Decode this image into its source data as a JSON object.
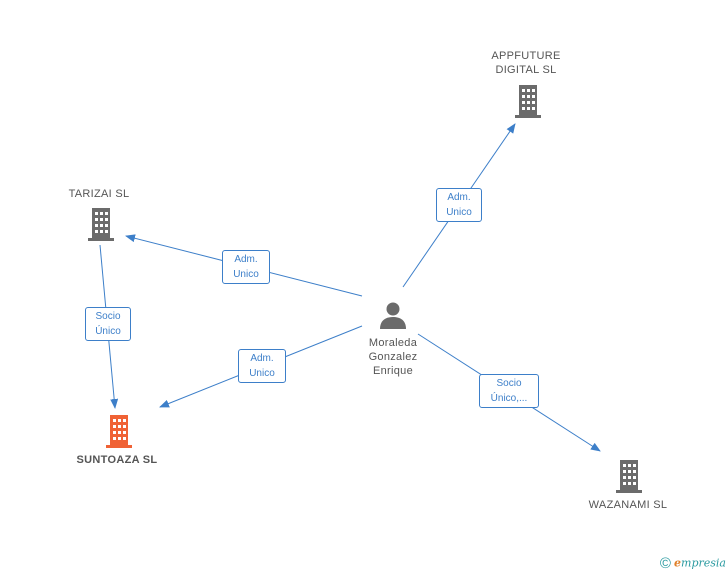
{
  "colors": {
    "edge": "#3d7fc9",
    "company_icon": "#6b6b6b",
    "main_company_icon": "#f06235",
    "person_icon": "#6b6b6b"
  },
  "nodes": {
    "appfuture": {
      "label": "APPFUTURE\nDIGITAL SL",
      "icon": "building-icon"
    },
    "tarizai": {
      "label": "TARIZAI SL",
      "icon": "building-icon"
    },
    "suntoaza": {
      "label": "SUNTOAZA SL",
      "icon": "building-icon"
    },
    "wazanami": {
      "label": "WAZANAMI SL",
      "icon": "building-icon"
    },
    "person": {
      "label": "Moraleda\nGonzalez\nEnrique",
      "icon": "person-icon"
    }
  },
  "edges": {
    "person_appfuture": "Adm.\nUnico",
    "person_tarizai": "Adm.\nUnico",
    "person_suntoaza": "Adm.\nUnico",
    "person_wazanami": "Socio\nÚnico,...",
    "tarizai_suntoaza": "Socio\nÚnico"
  },
  "footer": {
    "copyright": "©",
    "brand_initial": "e",
    "brand_rest": "mpresia"
  }
}
